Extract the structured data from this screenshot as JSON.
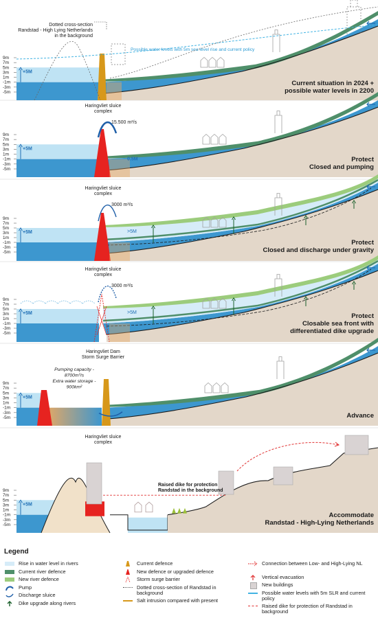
{
  "colors": {
    "sea_dark": "#3d97cf",
    "sea_light": "#bfe3f4",
    "rise_light": "#d6ecf8",
    "land": "#e3d7c9",
    "land_dark": "#d2c3b2",
    "current_dike": "#4f8f6a",
    "new_dike": "#9ccc7c",
    "current_defence": "#d7981a",
    "new_defence": "#e62320",
    "salt": "#e8a862",
    "cyan_line": "#41b3e3",
    "red_dash": "#e03030"
  },
  "axis_ticks": [
    "9m",
    "7m",
    "5m",
    "3m",
    "1m",
    "-1m",
    "-3m",
    "-5m"
  ],
  "panels": [
    {
      "id": "p1",
      "title_lines": [
        "Current situation in 2024 +",
        "possible water levels in 2200"
      ],
      "top_label_lines": [
        "Dotted cross-section",
        "Randstad - High Lying Netherlands",
        "in the background"
      ],
      "slr_text": "Possible water levels with 5m sea level rise and current policy",
      "rise": "+5M"
    },
    {
      "id": "p2",
      "header_lines": [
        "Haringvliet sluice",
        "complex"
      ],
      "flow": "15.500 m³/s",
      "title_lines": [
        "Protect",
        "Closed and pumping"
      ],
      "rise": "+5M",
      "note": "0.5M"
    },
    {
      "id": "p3",
      "header_lines": [
        "Haringvliet sluice",
        "complex"
      ],
      "flow": "3000 m³/s",
      "title_lines": [
        "Protect",
        "Closed and discharge under gravity"
      ],
      "rise": "+5M",
      "note": ">5M"
    },
    {
      "id": "p4",
      "header_lines": [
        "Haringvliet sluice",
        "complex"
      ],
      "flow": "3000 m³/s",
      "title_lines": [
        "Protect",
        "Closable sea front with",
        "differentiated dike upgrade"
      ],
      "rise": "+5M",
      "note": ">5M"
    },
    {
      "id": "p5",
      "header_lines": [
        "Haringvliet Dam",
        "Storm Surge Barrier"
      ],
      "pump_lines": [
        "Pumping capacity -",
        "8700m³/s",
        "Extra water storage -",
        "900km²"
      ],
      "title_lines": [
        "Advance"
      ],
      "rise": "+5M"
    },
    {
      "id": "p6",
      "header_lines": [
        "Haringvliet sluice",
        "complex"
      ],
      "raised_lines": [
        "Raised dike for protection",
        "Randstad in the background"
      ],
      "title_lines": [
        "Accommodate",
        "Randstad - High-Lying Netherlands"
      ],
      "rise": "+5M"
    }
  ],
  "legend": {
    "title": "Legend",
    "col1": [
      {
        "label": "Rise in water level in rivers",
        "icon": "rise-swatch"
      },
      {
        "label": "Current river defence",
        "icon": "current-dike-swatch"
      },
      {
        "label": "New river defence",
        "icon": "new-dike-swatch"
      },
      {
        "label": "Pump",
        "icon": "pump-icon"
      },
      {
        "label": "Discharge sluice",
        "icon": "sluice-icon"
      },
      {
        "label": "Dike upgrade along rivers",
        "icon": "dike-upgrade-icon"
      }
    ],
    "col2": [
      {
        "label": "Current defence",
        "icon": "current-defence-icon"
      },
      {
        "label": "New defence or upgraded defence",
        "icon": "new-defence-icon"
      },
      {
        "label": "Storm surge barrier",
        "icon": "storm-barrier-icon"
      },
      {
        "label": "Dotted cross-section of Randstad in background",
        "icon": "dotted-section-icon"
      },
      {
        "label": "Salt intrusion compared with present",
        "icon": "salt-intrusion-icon"
      }
    ],
    "col3": [
      {
        "label": "Connection between Low- and High-Lying NL",
        "icon": "connection-icon"
      },
      {
        "label": "Vertical evacuation",
        "icon": "evacuation-icon"
      },
      {
        "label": "New buildings",
        "icon": "building-icon"
      },
      {
        "label": "Possible water levels with 5m SLR and current policy",
        "icon": "slr-line-icon"
      },
      {
        "label": "Raised dike for protection of Randstad in background",
        "icon": "raised-dike-icon"
      }
    ]
  }
}
